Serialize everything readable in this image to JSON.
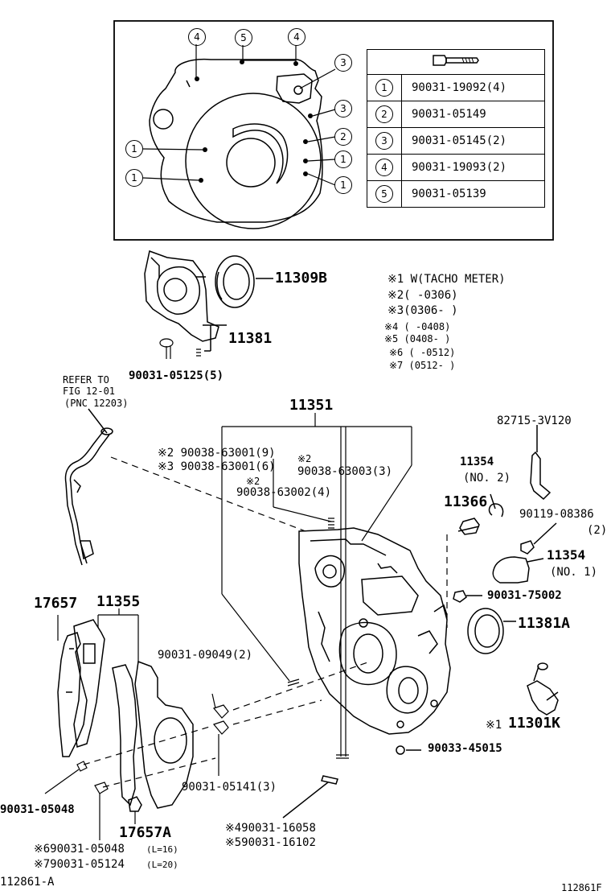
{
  "bolt_table": {
    "rows": [
      {
        "num": "1",
        "part": "90031-19092(4)"
      },
      {
        "num": "2",
        "part": "90031-05149"
      },
      {
        "num": "3",
        "part": "90031-05145(2)"
      },
      {
        "num": "4",
        "part": "90031-19093(2)"
      },
      {
        "num": "5",
        "part": "90031-05139"
      }
    ]
  },
  "inset_callouts": [
    "4",
    "5",
    "4",
    "3",
    "3",
    "2",
    "1",
    "1",
    "1",
    "1"
  ],
  "notes": [
    "※1 W(TACHO METER)",
    "※2(      -0306)",
    "※3(0306-      )",
    "※4 (     -0408)",
    "※5 (0408-     )",
    "※6 (     -0512)",
    "※7 (0512-     )"
  ],
  "labels": {
    "p11309b": "11309B",
    "p11381": "11381",
    "p90031_05125": "90031-05125(5)",
    "refer_1": "REFER TO",
    "refer_2": "FIG 12-01",
    "refer_3": "(PNC 12203)",
    "p11351": "11351",
    "s2_63001": "※2 90038-63001(9)",
    "s3_63001": "※3 90038-63001(6)",
    "s2_63003_mark": "※2",
    "s2_63003": "90038-63003(3)",
    "s2_63002_mark": "※2",
    "s2_63002": "90038-63002(4)",
    "p82715": "82715-3V120",
    "p11354_no2": "11354",
    "p11354_no2_sub": "(NO. 2)",
    "p11366": "11366",
    "p90119": "90119-08386",
    "p90119_qty": "(2)",
    "p11354_no1": "11354",
    "p11354_no1_sub": "(NO. 1)",
    "p90031_75002": "90031-75002",
    "p11381a": "11381A",
    "p17657": "17657",
    "p11355": "11355",
    "p90031_09049": "90031-09049(2)",
    "p11301k": "11301K",
    "p11301k_mark": "※1",
    "p90033_45015": "90033-45015",
    "p90031_05048": "90031-05048",
    "p90031_05141": "90031-05141(3)",
    "p17657a": "17657A",
    "s6_05048": "※690031-05048",
    "s6_len": "(L=16)",
    "s7_05124": "※790031-05124",
    "s7_len": "(L=20)",
    "s4_16058": "※490031-16058",
    "s5_16102": "※590031-16102",
    "fig_left": "112861-A",
    "fig_right": "112861F"
  }
}
